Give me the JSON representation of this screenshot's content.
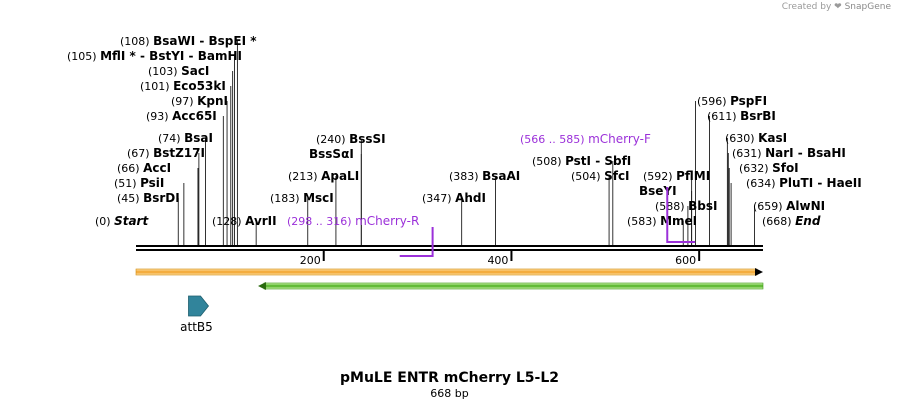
{
  "credit": {
    "prefix": "Created by",
    "brand": "SnapGene"
  },
  "title": "pMuLE ENTR mCherry L5-L2",
  "size_label": "668 bp",
  "sequence_length": 668,
  "ticks": [
    {
      "pos": 200,
      "label": "200"
    },
    {
      "pos": 400,
      "label": "400"
    },
    {
      "pos": 600,
      "label": "600"
    }
  ],
  "sites": [
    {
      "pos": "(108)",
      "bp": 108,
      "name": "BsaWI",
      "extra": "BspEI",
      "star2": true
    },
    {
      "pos": "(105)",
      "bp": 105,
      "name": "MflI",
      "star1": true,
      "extra": "BstYI",
      "extra2": "BamHI"
    },
    {
      "pos": "(103)",
      "bp": 103,
      "name": "SacI"
    },
    {
      "pos": "(101)",
      "bp": 101,
      "name": "Eco53kI"
    },
    {
      "pos": "(97)",
      "bp": 97,
      "name": "KpnI"
    },
    {
      "pos": "(93)",
      "bp": 93,
      "name": "Acc65I"
    },
    {
      "pos": "(74)",
      "bp": 74,
      "name": "BsaI"
    },
    {
      "pos": "(67)",
      "bp": 67,
      "name": "BstZ17I"
    },
    {
      "pos": "(66)",
      "bp": 66,
      "name": "AccI"
    },
    {
      "pos": "(51)",
      "bp": 51,
      "name": "PsiI"
    },
    {
      "pos": "(45)",
      "bp": 45,
      "name": "BsrDI"
    },
    {
      "pos": "(0)",
      "bp": 0,
      "name": "Start",
      "italic": true
    },
    {
      "pos": "(128)",
      "bp": 128,
      "name": "AvrII"
    },
    {
      "pos": "(183)",
      "bp": 183,
      "name": "MscI"
    },
    {
      "pos": "(213)",
      "bp": 213,
      "name": "ApaLI"
    },
    {
      "pos": "(240)",
      "bp": 240,
      "name": "BssSI"
    },
    {
      "pos": "",
      "bp": 240,
      "name": "BssSαI"
    },
    {
      "pos": "(347)",
      "bp": 347,
      "name": "AhdI"
    },
    {
      "pos": "(383)",
      "bp": 383,
      "name": "BsaAI"
    },
    {
      "pos": "(508)",
      "bp": 508,
      "name": "PstI",
      "extra": "SbfI"
    },
    {
      "pos": "(504)",
      "bp": 504,
      "name": "SfcI"
    },
    {
      "pos": "(592)",
      "bp": 592,
      "name": "PflMI"
    },
    {
      "pos": "",
      "bp": 592,
      "name": "BseYI"
    },
    {
      "pos": "(588)",
      "bp": 588,
      "name": "BbsI"
    },
    {
      "pos": "(583)",
      "bp": 583,
      "name": "MmeI"
    },
    {
      "pos": "(596)",
      "bp": 596,
      "name": "PspFI"
    },
    {
      "pos": "(611)",
      "bp": 611,
      "name": "BsrBI"
    },
    {
      "pos": "(630)",
      "bp": 630,
      "name": "KasI"
    },
    {
      "pos": "(631)",
      "bp": 631,
      "name": "NarI",
      "extra": "BsaHI"
    },
    {
      "pos": "(632)",
      "bp": 632,
      "name": "SfoI"
    },
    {
      "pos": "(634)",
      "bp": 634,
      "name": "PluTI",
      "extra": "HaeII"
    },
    {
      "pos": "(659)",
      "bp": 659,
      "name": "AlwNI"
    },
    {
      "pos": "(668)",
      "bp": 668,
      "name": "End",
      "italic": true
    }
  ],
  "primers": [
    {
      "range": "(298 .. 316)",
      "name": "mCherry-R",
      "start": 298,
      "end": 316,
      "strand": "reverse"
    },
    {
      "range": "(566 .. 585)",
      "name": "mCherry-F",
      "start": 566,
      "end": 585,
      "strand": "forward"
    }
  ],
  "features": [
    {
      "name": "attB5",
      "start": 57,
      "end": 79,
      "strand": "forward",
      "color": "#31849b",
      "label": "attB5"
    }
  ],
  "orfs": [
    {
      "start": 0,
      "end": 668,
      "strand": "forward",
      "color": "#f5a623"
    },
    {
      "start": 130,
      "end": 668,
      "strand": "reverse",
      "color": "#4caf1f"
    }
  ],
  "colors": {
    "primer": "#9b30d9",
    "backbone": "#000000"
  }
}
